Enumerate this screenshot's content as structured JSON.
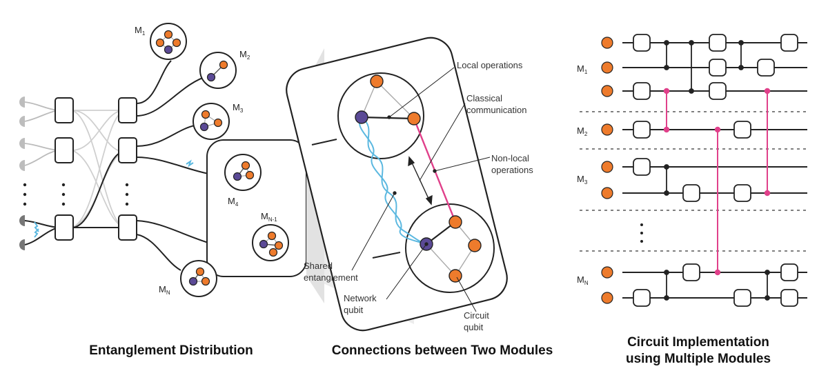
{
  "modules": {
    "m1": "M",
    "m1_sub": "1",
    "m2": "M",
    "m2_sub": "2",
    "m3": "M",
    "m3_sub": "3",
    "m4": "M",
    "m4_sub": "4",
    "mn1": "M",
    "mn1_sub": "N-1",
    "mn": "M",
    "mn_sub": "N"
  },
  "middle_labels": {
    "local_operations": "Local operations",
    "classical_line1": "Classical",
    "classical_line2": "communication",
    "nonlocal_line1": "Non-local",
    "nonlocal_line2": "operations",
    "shared_line1": "Shared",
    "shared_line2": "entanglement",
    "network_line1": "Network",
    "network_line2": "qubit",
    "circuit_line1": "Circuit",
    "circuit_line2": "qubit"
  },
  "right_labels": {
    "m1": "M",
    "m1_sub": "1",
    "m2": "M",
    "m2_sub": "2",
    "m3": "M",
    "m3_sub": "3",
    "mn": "M",
    "mn_sub": "N"
  },
  "captions": {
    "left": "Entanglement Distribution",
    "middle": "Connections between Two Modules",
    "right_line1": "Circuit Implementation",
    "right_line2": "using Multiple Modules"
  },
  "colors": {
    "circuit_qubit": "#ee7b2c",
    "network_qubit": "#5b4a96",
    "nonlocal_link": "#e0408a",
    "entanglement": "#5bb8e0"
  }
}
